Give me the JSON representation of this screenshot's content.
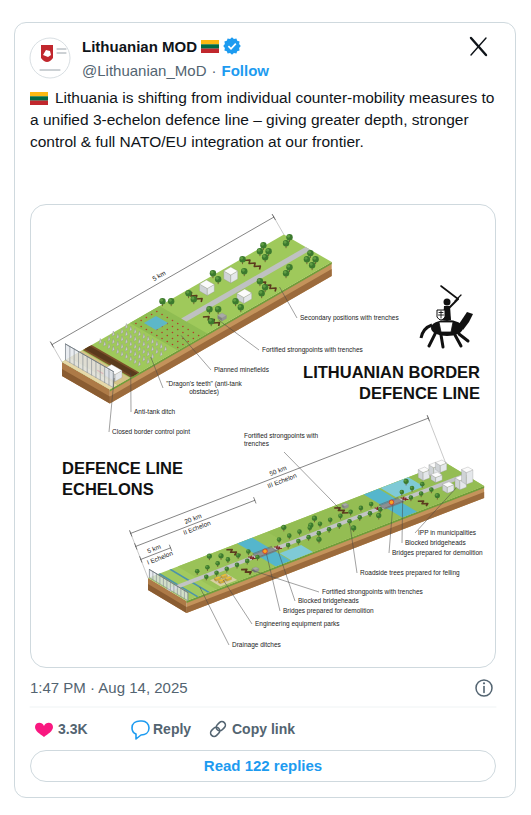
{
  "diagram": {
    "nodes": [
      {
        "text": [
          "Lithuanian MOD",
          "@Lithuanian_MoD",
          "·",
          "Follow",
          "Lithuania is shifting from individual counter-mobility measures to a unified 3-echelon defence line – giving greater depth, stronger control & full NATO/EU integration at our frontier.",
          "1:47 PM · Aug 14, 2025"
        ]
      },
      {
        "text": [
          "LITHUANIAN BORDER DEFENCE LINE",
          "DEFENCE LINE ECHELONS"
        ],
        "in": 0
      },
      {
        "text": [
          "Read 122 replies"
        ],
        "in": 0
      }
    ],
    "labels": [
      "5 km",
      "Secondary positions with trenches",
      "Fortified strongpoints with trenches",
      "Planned minefields",
      "\"Dragon's teeth\" (anti-tank obstacles)",
      "Anti-tank ditch",
      "Closed border control point",
      "50 km",
      "III Echelon",
      "20 km",
      "II Echelon",
      "5 km",
      "I Echelon",
      "Fortified strongpoints with trenches",
      "IPP in municipalities",
      "Blocked bridgeheads",
      "Bridges prepared for demolition",
      "Roadside trees prepared for felling",
      "Fortified strongpoints with trenches",
      "Blocked bridgeheads",
      "Bridges prepared for demolition",
      "Engineering equipment parks",
      "Drainage ditches",
      "3.3K",
      "Reply",
      "Copy link"
    ]
  }
}
